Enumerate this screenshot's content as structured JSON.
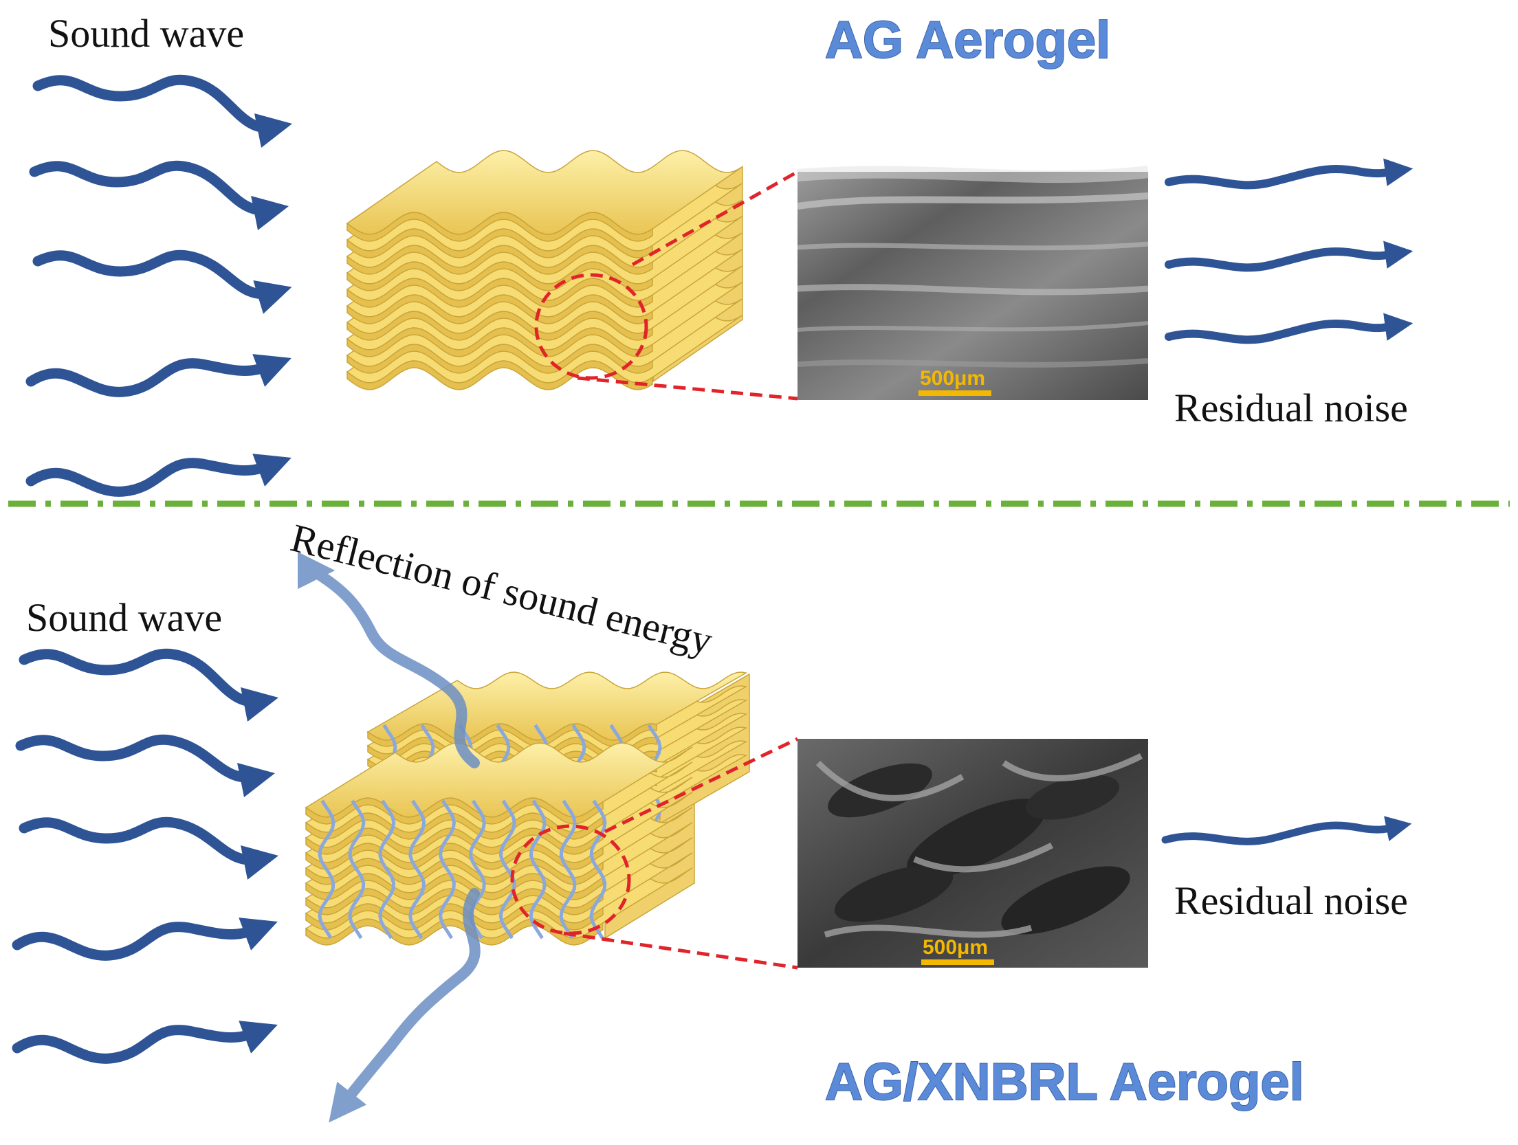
{
  "top_panel": {
    "title": "AG Aerogel",
    "input_label": "Sound wave",
    "output_label": "Residual noise",
    "micrograph_scale": "500μm"
  },
  "bottom_panel": {
    "title": "AG/XNBRL Aerogel",
    "input_label": "Sound wave",
    "output_label": "Residual noise",
    "reflection_label": "Reflection of sound energy",
    "micrograph_scale": "500μm"
  },
  "colors": {
    "wave_arrow": "#2f5496",
    "reflected_arrow": "#6c8fc4",
    "title_text": "#5b8bd8",
    "sheet_fill": "#f7dc74",
    "sheet_edge": "#c9a53a",
    "fiber": "#8aa8de",
    "divider": "#6ab03a",
    "zoom_marker": "#e0242a",
    "scale_bar": "#f5b800"
  },
  "icons": {
    "incoming": "wavy-arrow-icon",
    "outgoing": "wavy-arrow-icon",
    "reflected": "reflected-wave-icon"
  }
}
